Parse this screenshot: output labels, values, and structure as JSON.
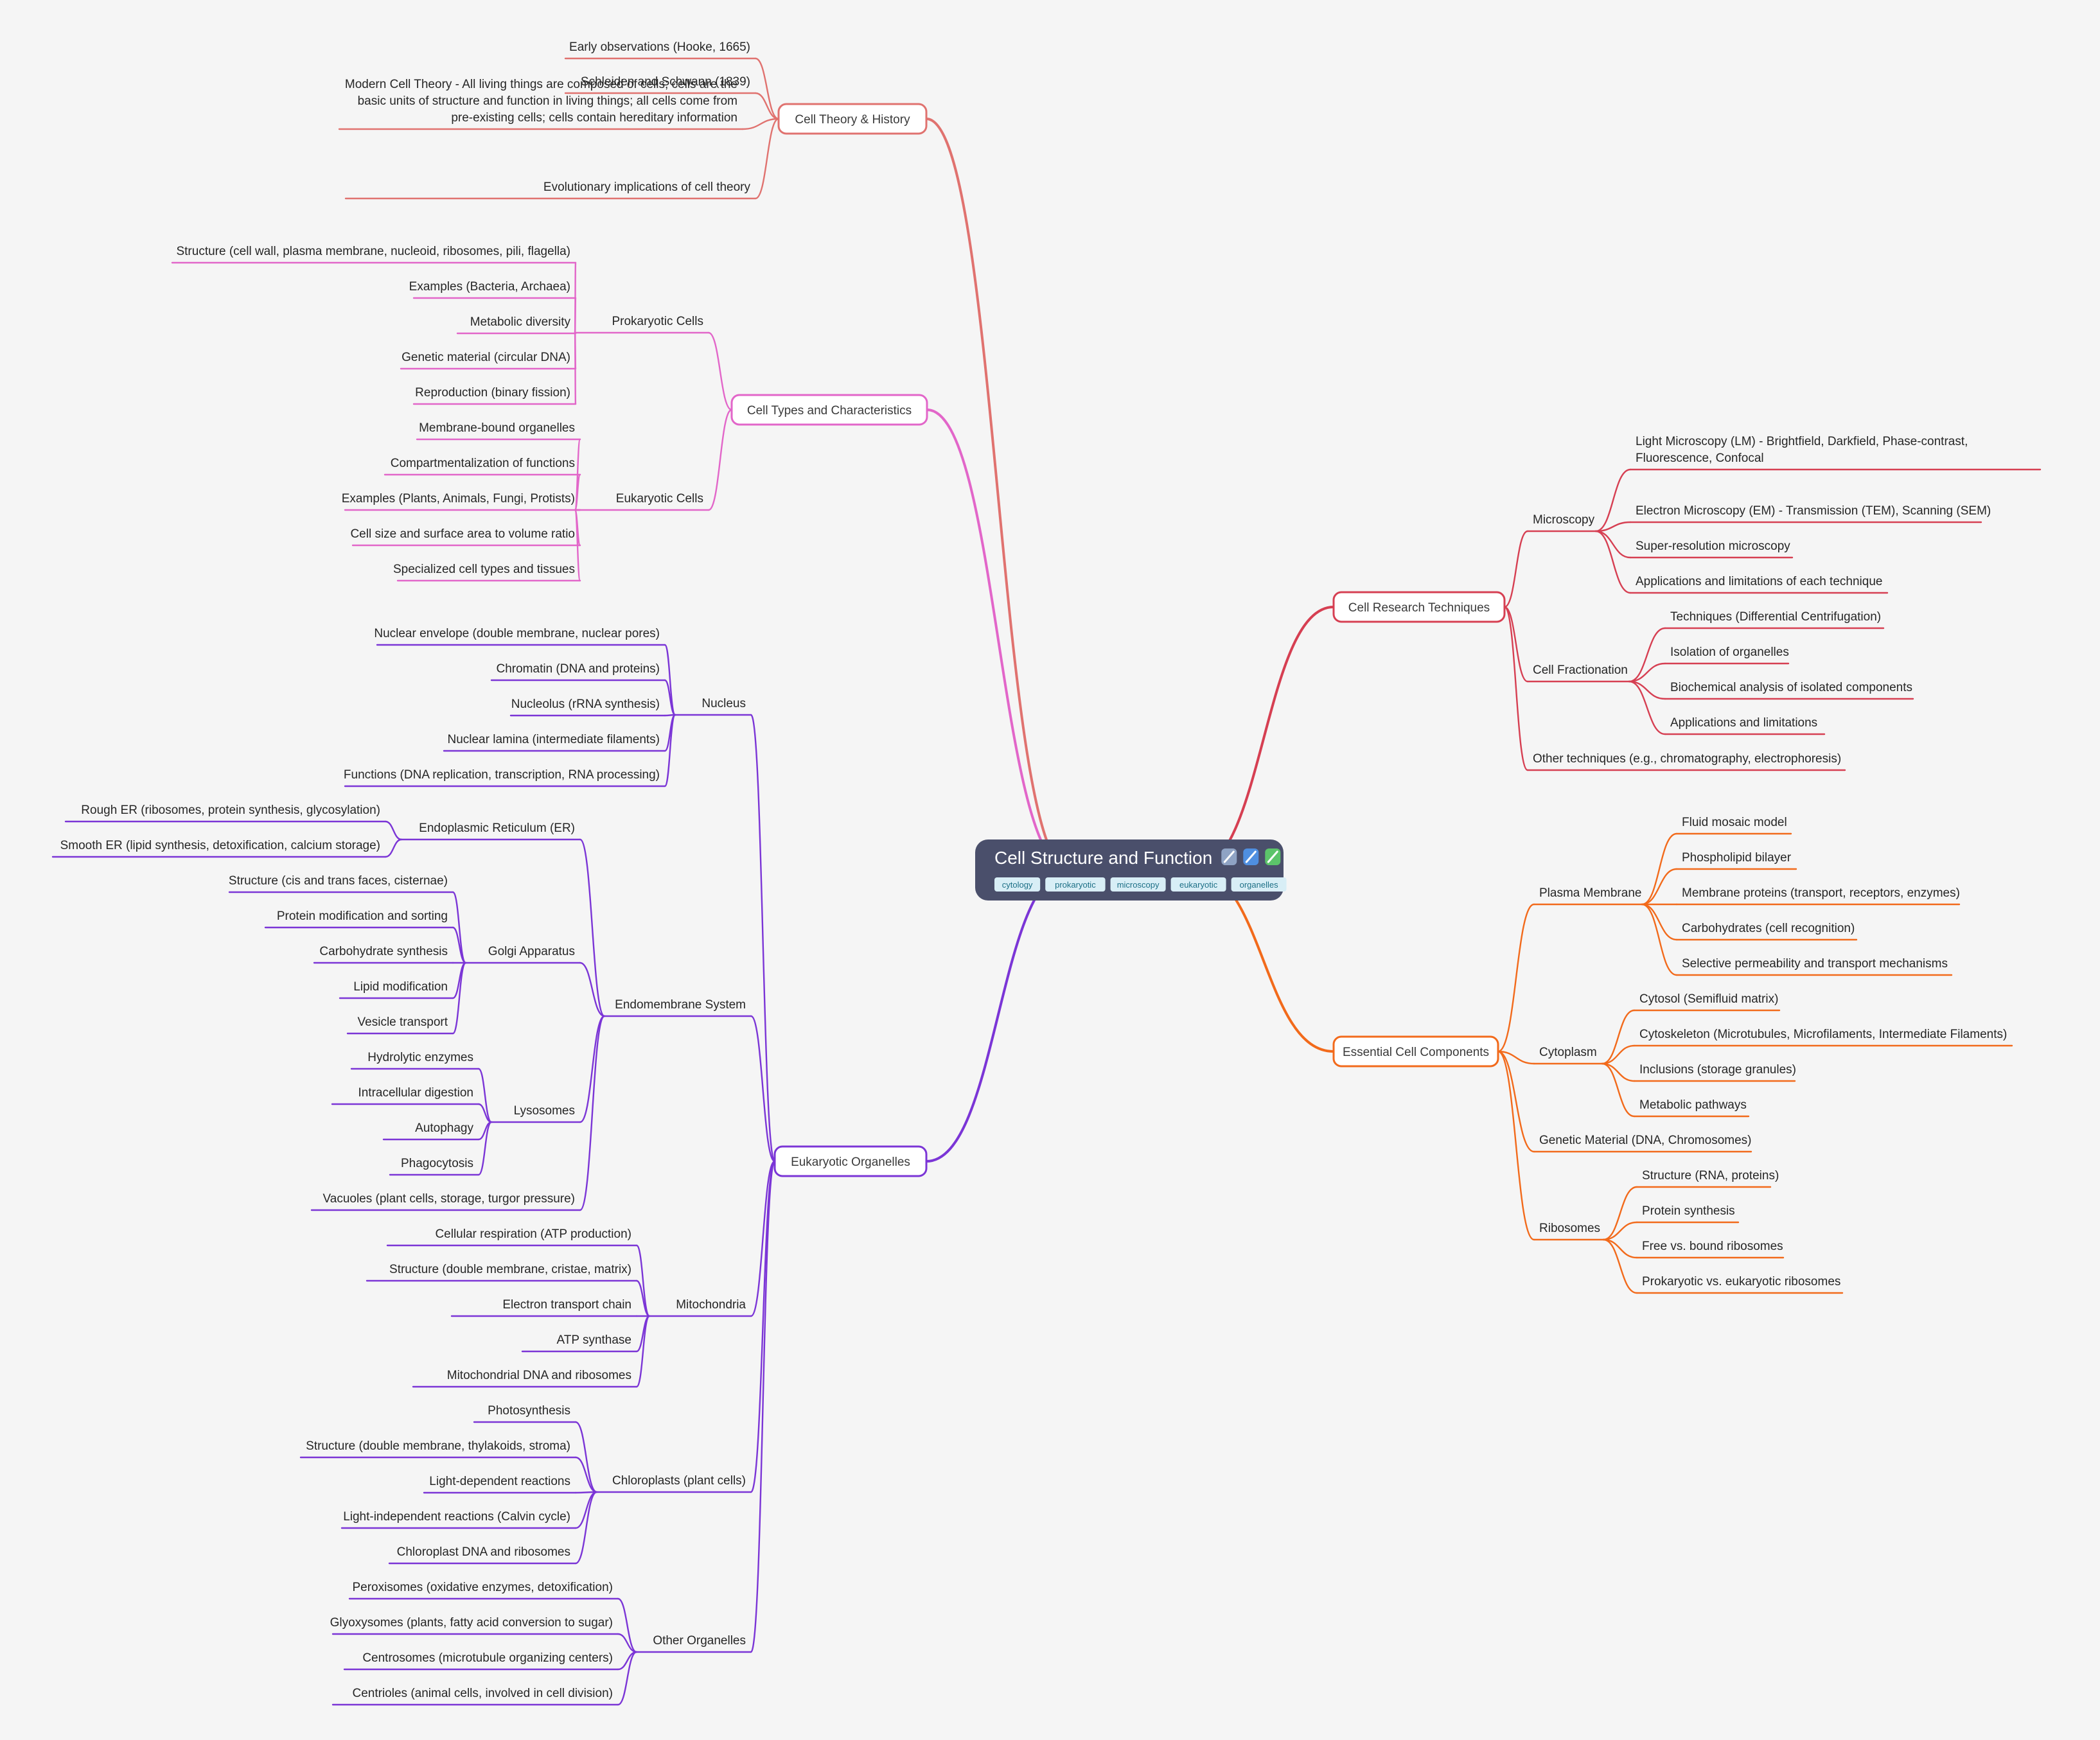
{
  "root": {
    "title": "Cell Structure and Function",
    "title_icons": [
      "microscope-emoji",
      "dna-emoji",
      "microbe-emoji"
    ],
    "tags": [
      "cytology",
      "prokaryotic",
      "microscopy",
      "eukaryotic",
      "organelles"
    ],
    "box_color": "#4a4f6b",
    "tag_bg": "#d8eef6"
  },
  "branches": [
    {
      "id": "cell-theory",
      "label": "Cell Theory & History",
      "color": "#e0726f",
      "children": [
        {
          "label": "Early observations (Hooke, 1665)"
        },
        {
          "label": "Schleiden and Schwann (1839)"
        },
        {
          "label": [
            "Modern Cell Theory - All living things are composed of cells; cells are the",
            "basic units of structure and function in living things; all cells come from",
            "pre-existing cells; cells contain hereditary information"
          ]
        },
        {
          "label": "Evolutionary implications of cell theory"
        }
      ]
    },
    {
      "id": "cell-types",
      "label": "Cell Types and Characteristics",
      "color": "#e266c9",
      "children": [
        {
          "label": "Prokaryotic Cells",
          "children": [
            {
              "label": "Structure (cell wall, plasma membrane, nucleoid, ribosomes, pili, flagella)"
            },
            {
              "label": "Examples (Bacteria, Archaea)"
            },
            {
              "label": "Metabolic diversity"
            },
            {
              "label": "Genetic material (circular DNA)"
            },
            {
              "label": "Reproduction (binary fission)"
            }
          ]
        },
        {
          "label": "Eukaryotic Cells",
          "children": [
            {
              "label": "Membrane-bound organelles"
            },
            {
              "label": "Compartmentalization of functions"
            },
            {
              "label": "Examples (Plants, Animals, Fungi, Protists)"
            },
            {
              "label": "Cell size and surface area to volume ratio"
            },
            {
              "label": "Specialized cell types and tissues"
            }
          ]
        }
      ]
    },
    {
      "id": "eukaryotic-organelles",
      "label": "Eukaryotic Organelles",
      "color": "#7b35d6",
      "children": [
        {
          "label": "Nucleus",
          "children": [
            {
              "label": "Nuclear envelope (double membrane, nuclear pores)"
            },
            {
              "label": "Chromatin (DNA and proteins)"
            },
            {
              "label": "Nucleolus (rRNA synthesis)"
            },
            {
              "label": "Nuclear lamina (intermediate filaments)"
            },
            {
              "label": "Functions (DNA replication, transcription, RNA processing)"
            }
          ]
        },
        {
          "label": "Endomembrane System",
          "children": [
            {
              "label": "Endoplasmic Reticulum (ER)",
              "children": [
                {
                  "label": "Rough ER (ribosomes, protein synthesis, glycosylation)"
                },
                {
                  "label": "Smooth ER (lipid synthesis, detoxification, calcium storage)"
                }
              ]
            },
            {
              "label": "Golgi Apparatus",
              "children": [
                {
                  "label": "Structure (cis and trans faces, cisternae)"
                },
                {
                  "label": "Protein modification and sorting"
                },
                {
                  "label": "Carbohydrate synthesis"
                },
                {
                  "label": "Lipid modification"
                },
                {
                  "label": "Vesicle transport"
                }
              ]
            },
            {
              "label": "Lysosomes",
              "children": [
                {
                  "label": "Hydrolytic enzymes"
                },
                {
                  "label": "Intracellular digestion"
                },
                {
                  "label": "Autophagy"
                },
                {
                  "label": "Phagocytosis"
                }
              ]
            },
            {
              "label": "Vacuoles (plant cells, storage, turgor pressure)"
            }
          ]
        },
        {
          "label": "Mitochondria",
          "children": [
            {
              "label": "Cellular respiration (ATP production)"
            },
            {
              "label": "Structure (double membrane, cristae, matrix)"
            },
            {
              "label": "Electron transport chain"
            },
            {
              "label": "ATP synthase"
            },
            {
              "label": "Mitochondrial DNA and ribosomes"
            }
          ]
        },
        {
          "label": "Chloroplasts (plant cells)",
          "children": [
            {
              "label": "Photosynthesis"
            },
            {
              "label": "Structure (double membrane, thylakoids, stroma)"
            },
            {
              "label": "Light-dependent reactions"
            },
            {
              "label": "Light-independent reactions (Calvin cycle)"
            },
            {
              "label": "Chloroplast DNA and ribosomes"
            }
          ]
        },
        {
          "label": "Other Organelles",
          "children": [
            {
              "label": "Peroxisomes (oxidative enzymes, detoxification)"
            },
            {
              "label": "Glyoxysomes (plants, fatty acid conversion to sugar)"
            },
            {
              "label": "Centrosomes (microtubule organizing centers)"
            },
            {
              "label": "Centrioles (animal cells, involved in cell division)"
            }
          ]
        }
      ]
    },
    {
      "id": "research-techniques",
      "label": "Cell Research Techniques",
      "color": "#d63f52",
      "children": [
        {
          "label": "Microscopy",
          "children": [
            {
              "label": [
                "Light Microscopy (LM) - Brightfield, Darkfield, Phase-contrast,",
                "Fluorescence, Confocal"
              ]
            },
            {
              "label": "Electron Microscopy (EM) - Transmission (TEM), Scanning (SEM)"
            },
            {
              "label": "Super-resolution microscopy"
            },
            {
              "label": "Applications and limitations of each technique"
            }
          ]
        },
        {
          "label": "Cell Fractionation",
          "children": [
            {
              "label": "Techniques (Differential Centrifugation)"
            },
            {
              "label": "Isolation of organelles"
            },
            {
              "label": "Biochemical analysis of isolated components"
            },
            {
              "label": "Applications and limitations"
            }
          ]
        },
        {
          "label": "Other techniques (e.g., chromatography, electrophoresis)"
        }
      ]
    },
    {
      "id": "essential-components",
      "label": "Essential Cell Components",
      "color": "#f26a1b",
      "children": [
        {
          "label": "Plasma Membrane",
          "children": [
            {
              "label": "Fluid mosaic model"
            },
            {
              "label": "Phospholipid bilayer"
            },
            {
              "label": "Membrane proteins (transport, receptors, enzymes)"
            },
            {
              "label": "Carbohydrates (cell recognition)"
            },
            {
              "label": "Selective permeability and transport mechanisms"
            }
          ]
        },
        {
          "label": "Cytoplasm",
          "children": [
            {
              "label": "Cytosol (Semifluid matrix)"
            },
            {
              "label": "Cytoskeleton (Microtubules, Microfilaments, Intermediate Filaments)"
            },
            {
              "label": "Inclusions (storage granules)"
            },
            {
              "label": "Metabolic pathways"
            }
          ]
        },
        {
          "label": "Genetic Material (DNA, Chromosomes)"
        },
        {
          "label": "Ribosomes",
          "children": [
            {
              "label": "Structure (RNA, proteins)"
            },
            {
              "label": "Protein synthesis"
            },
            {
              "label": "Free vs. bound ribosomes"
            },
            {
              "label": "Prokaryotic vs. eukaryotic ribosomes"
            }
          ]
        }
      ]
    }
  ]
}
